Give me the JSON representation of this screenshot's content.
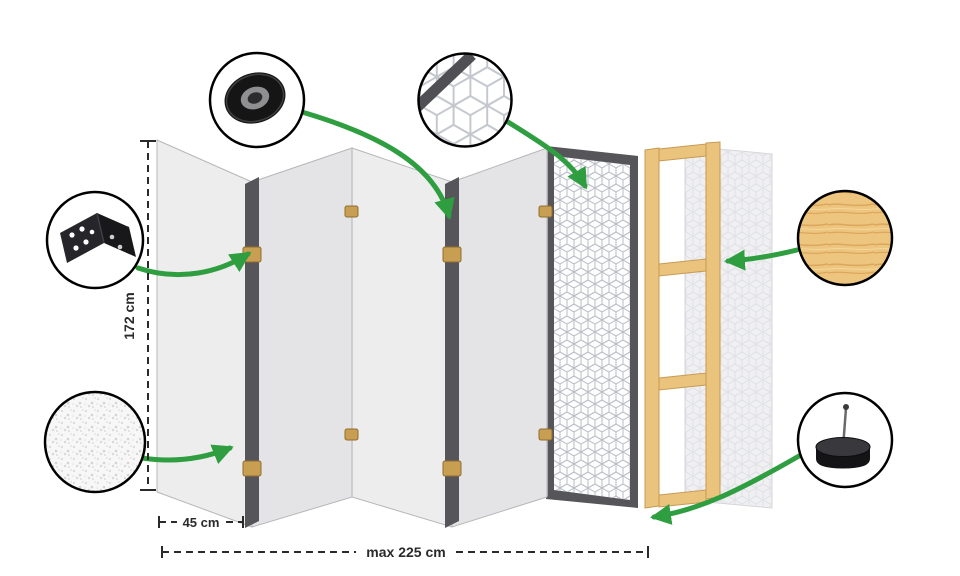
{
  "dimensions": {
    "height_label": "172 cm",
    "panel_width_label": "45 cm",
    "total_width_label": "max 225 cm"
  },
  "callouts": {
    "tape": {
      "icon": "tape-roll-icon"
    },
    "hinge": {
      "icon": "metal-hinge-icon"
    },
    "fleece": {
      "icon": "fleece-texture-icon"
    },
    "pattern_detail": {
      "icon": "geometric-cube-pattern-icon"
    },
    "wood": {
      "icon": "pine-wood-texture-icon"
    },
    "felt_pad": {
      "icon": "felt-pad-icon"
    }
  },
  "colors": {
    "arrow_green": "#2f9e41",
    "panel_face": "#e9e9ea",
    "panel_edge_dark": "#55555a",
    "hinge_brass": "#c79e52",
    "wood": "#eac37d",
    "pattern_line": "#b9bdc4",
    "circle_stroke": "#000000",
    "dimension_color": "#2a2a2a"
  }
}
